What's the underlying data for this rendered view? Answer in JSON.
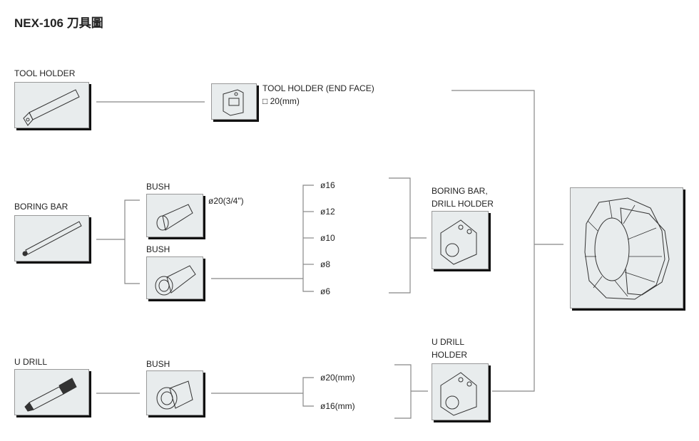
{
  "title": "NEX-106 刀具圖",
  "tool_holder": {
    "label": "TOOL HOLDER"
  },
  "end_face": {
    "label": "TOOL HOLDER (END FACE)",
    "size": "□ 20(mm)"
  },
  "boring_bar": {
    "label": "BORING BAR"
  },
  "bush1": {
    "label": "BUSH",
    "size": "ø20(3/4\")"
  },
  "bush2": {
    "label": "BUSH"
  },
  "bore_sizes": [
    "ø16",
    "ø12",
    "ø10",
    "ø8",
    "ø6"
  ],
  "boring_holder": {
    "label_line1": "BORING BAR,",
    "label_line2": "DRILL HOLDER"
  },
  "u_drill": {
    "label": "U DRILL"
  },
  "bush3": {
    "label": "BUSH"
  },
  "udrill_sizes": [
    "ø20(mm)",
    "ø16(mm)"
  ],
  "udrill_holder": {
    "label_line1": "U DRILL",
    "label_line2": "HOLDER"
  }
}
